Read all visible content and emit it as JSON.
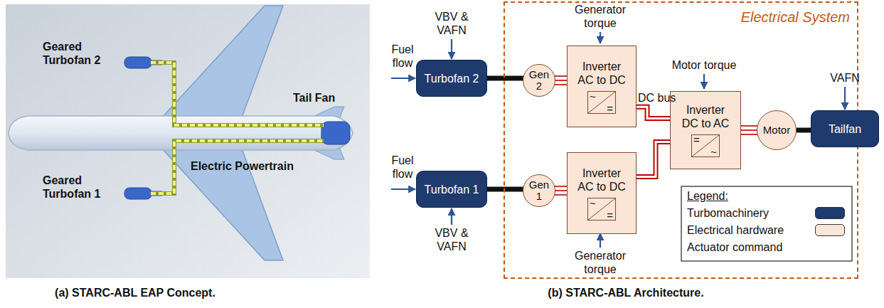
{
  "diagram": {
    "nodes": [
      {
        "text": [
          "Electrical System"
        ]
      },
      {
        "text": [
          "Turbofan 2"
        ]
      },
      {
        "text": [
          "Gen 2"
        ],
        "in": 0
      },
      {
        "text": [
          "Inverter AC to DC",
          "~",
          "="
        ],
        "in": 0
      },
      {
        "text": [
          "Turbofan 1"
        ]
      },
      {
        "text": [
          "Gen 1"
        ],
        "in": 0
      },
      {
        "text": [
          "Inverter AC to DC",
          "~",
          "="
        ],
        "in": 0
      },
      {
        "text": [
          "Inverter DC to AC",
          "=",
          "~"
        ],
        "in": 0
      },
      {
        "text": [
          "Motor"
        ],
        "in": 0
      },
      {
        "text": [
          "Tailfan"
        ]
      }
    ],
    "edges": [
      {
        "from": 1,
        "to": 2,
        "arrow": "none"
      },
      {
        "from": 2,
        "to": 3,
        "arrow": "none"
      },
      {
        "from": 3,
        "to": 7,
        "arrow": "none"
      },
      {
        "from": 4,
        "to": 5,
        "arrow": "none"
      },
      {
        "from": 5,
        "to": 6,
        "arrow": "none"
      },
      {
        "from": 6,
        "to": 7,
        "arrow": "none"
      },
      {
        "from": 7,
        "to": 8,
        "arrow": "none"
      },
      {
        "from": 8,
        "to": 9,
        "arrow": "none"
      }
    ],
    "labels": [
      "Geared Turbofan 2",
      "Tail Fan",
      "Electric Powertrain",
      "Geared Turbofan 1",
      "VBV & VAFN",
      "Generator torque",
      "Fuel flow",
      "DC bus",
      "Motor torque",
      "VAFN",
      "Fuel flow",
      "VBV & VAFN",
      "Generator torque",
      "Legend:",
      "(a) STARC-ABL EAP Concept.",
      "(b) STARC-ABL Architecture."
    ],
    "legend": [
      {
        "text": "Turbomachinery",
        "color": "#1f3b6e"
      },
      {
        "text": "Electrical hardware",
        "color": "#fbe5d6"
      },
      {
        "text": "Actuator command"
      }
    ]
  }
}
